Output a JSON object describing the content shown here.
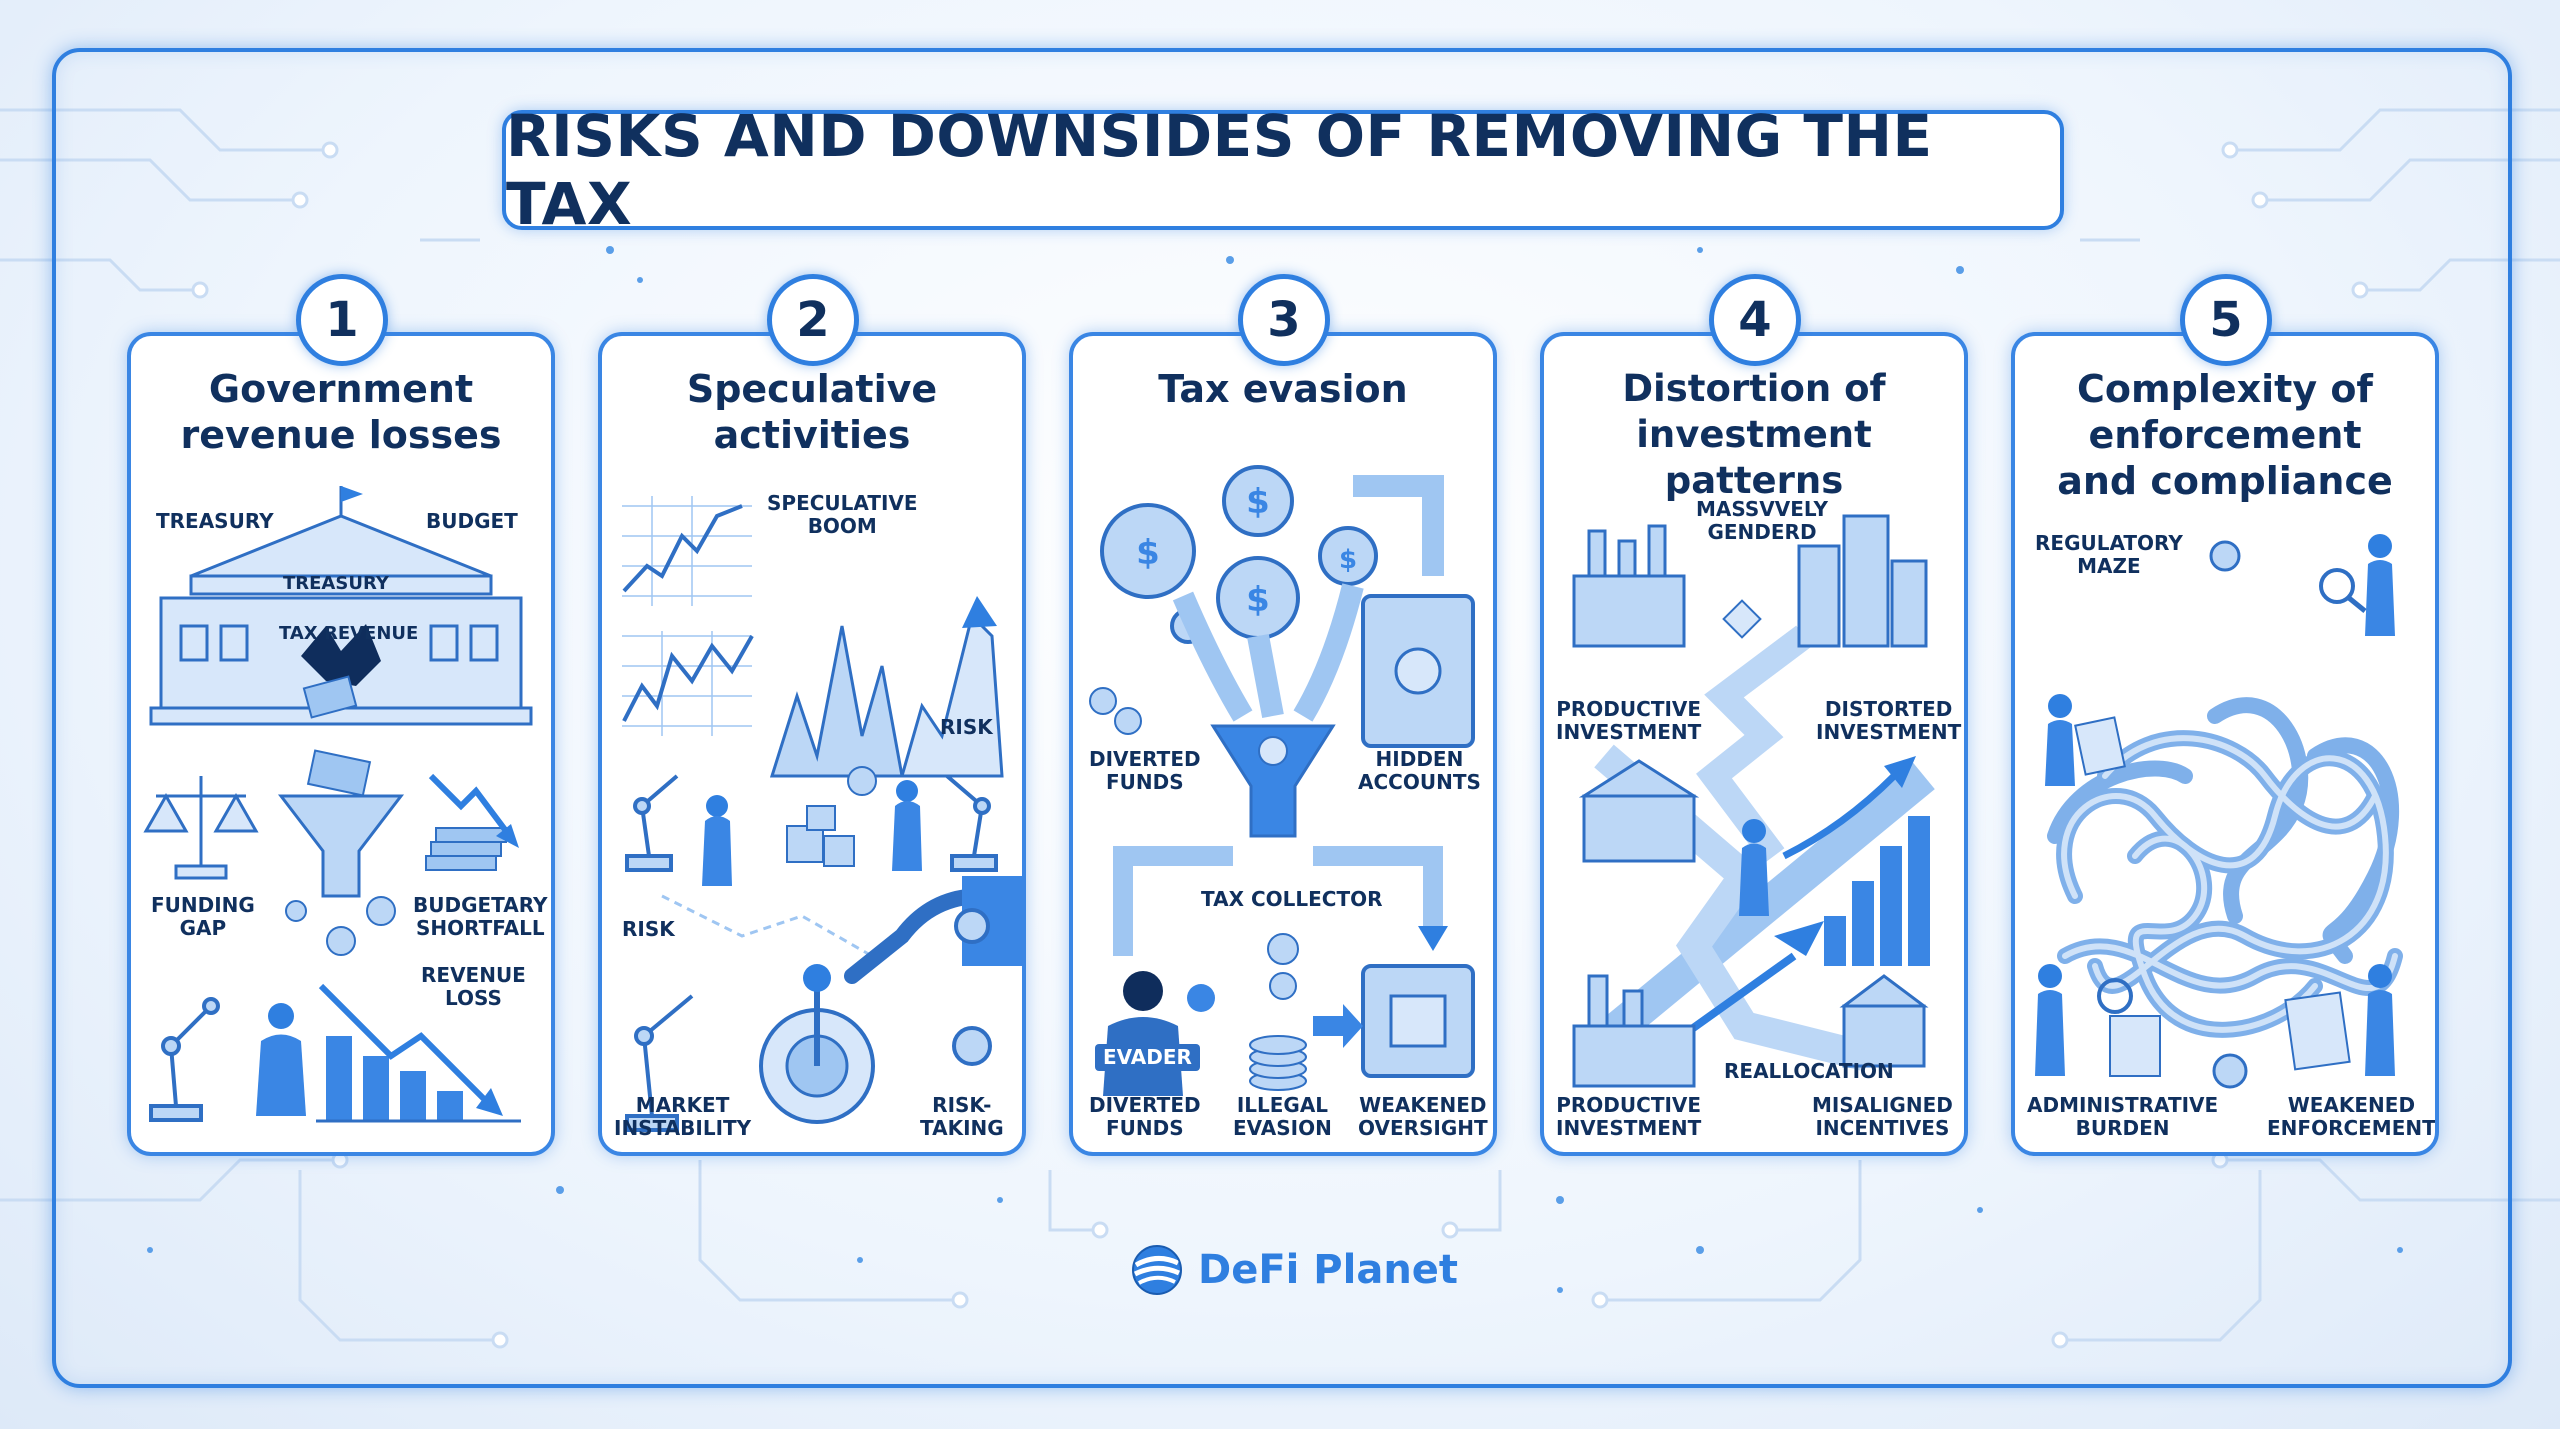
{
  "title": "RISKS AND DOWNSIDES OF REMOVING THE TAX",
  "colors": {
    "accent": "#2f7fe0",
    "dark": "#10305e",
    "light": "#cfe2f8"
  },
  "panels": [
    {
      "number": "1",
      "title": "Government\nrevenue losses",
      "labels": [
        "TREASURY",
        "BUDGET",
        "TREASURY",
        "TAX REVENUE",
        "FUNDING\nGAP",
        "BUDGETARY\nSHORTFALL",
        "REVENUE\nLOSS"
      ]
    },
    {
      "number": "2",
      "title": "Speculative\nactivities",
      "labels": [
        "SPECULATIVE\nBOOM",
        "RISK",
        "RISK",
        "MARKET\nINSTABILITY",
        "RISK-\nTAKING"
      ]
    },
    {
      "number": "3",
      "title": "Tax evasion",
      "labels": [
        "DIVERTED\nFUNDS",
        "HIDDEN\nACCOUNTS",
        "TAX COLLECTOR",
        "EVADER",
        "DIVERTED\nFUNDS",
        "ILLEGAL\nEVASION",
        "WEAKENED\nOVERSIGHT"
      ]
    },
    {
      "number": "4",
      "title": "Distortion of\ninvestment patterns",
      "labels": [
        "MASSVVELY\nGENDERD",
        "PRODUCTIVE\nINVESTMENT",
        "DISTORTED\nINVESTMENT",
        "REALLOCATION",
        "PRODUCTIVE\nINVESTMENT",
        "MISALIGNED\nINCENTIVES"
      ]
    },
    {
      "number": "5",
      "title": "Complexity of\nenforcement\nand compliance",
      "labels": [
        "REGULATORY\nMAZE",
        "ADMINISTRATIVE\nBURDEN",
        "WEAKENED\nENFORCEMENT"
      ]
    }
  ],
  "logo": {
    "text": "DeFi Planet",
    "icon": "globe-swoosh-icon"
  }
}
